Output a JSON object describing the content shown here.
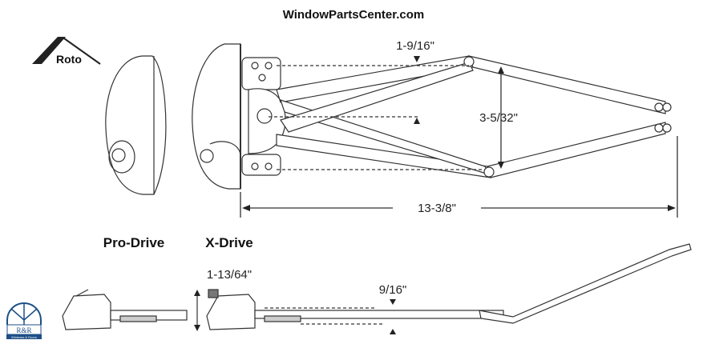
{
  "title": "WindowPartsCenter.com",
  "brand_logo": {
    "text": "Roto",
    "icon": "roto-roof-logo"
  },
  "corner_logo": {
    "text": "R&R",
    "subtext": "Windows & Doors",
    "icon": "arched-window-logo",
    "color": "#1d4f86"
  },
  "labels": {
    "pro_drive": "Pro-Drive",
    "x_drive": "X-Drive"
  },
  "dimensions": {
    "arm_offset": "1-9/16\"",
    "arm_spread": "3-5/32\"",
    "overall_length": "13-3/8\"",
    "operator_height": "1-13/64\"",
    "arm_height": "9/16\""
  }
}
